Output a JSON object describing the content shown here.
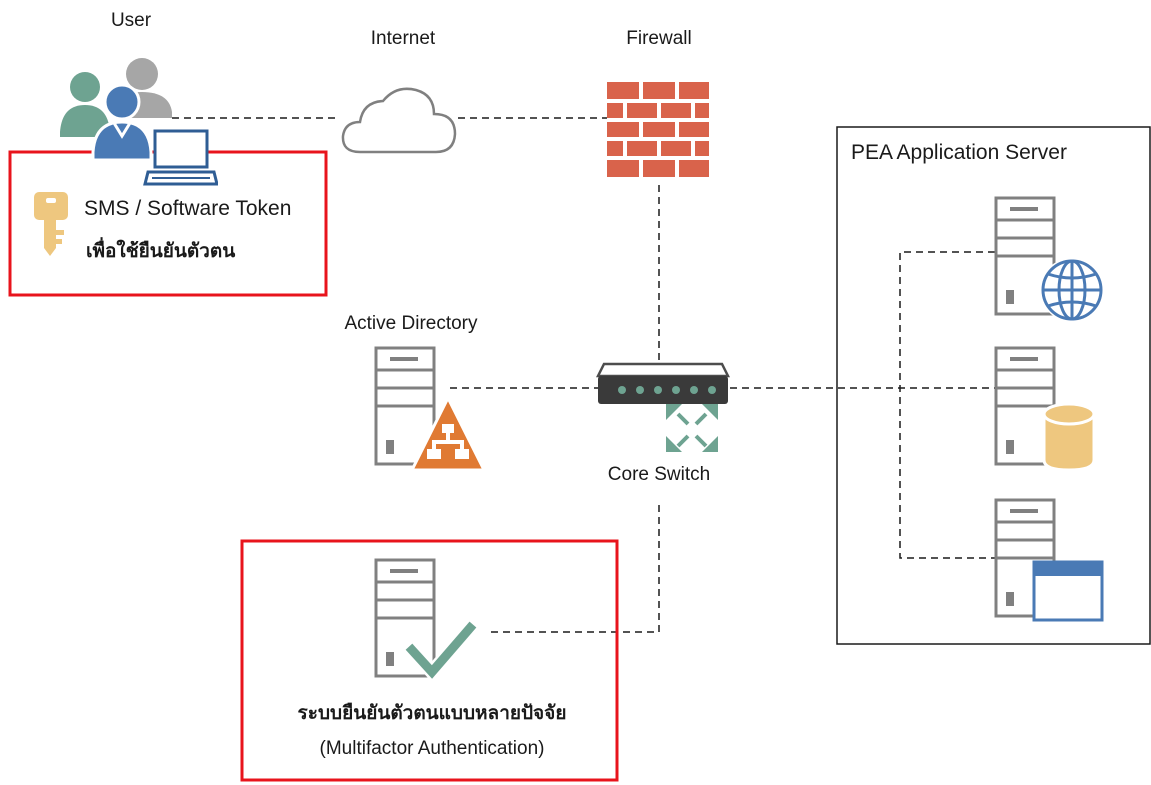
{
  "nodes": {
    "user": "User",
    "internet": "Internet",
    "firewall": "Firewall",
    "active_directory": "Active Directory",
    "core_switch": "Core Switch",
    "app_server": "PEA Application Server"
  },
  "token_box": {
    "line1": "SMS / Software Token",
    "line2": "เพื่อใช้ยืนยันตัวตน"
  },
  "mfa_box": {
    "line1": "ระบบยืนยันตัวตนแบบหลายปัจจัย",
    "line2": "(Multifactor Authentication)"
  },
  "colors": {
    "highlight": "#e8141c",
    "server": "#808080",
    "firewall": "#d9634b",
    "globe": "#4a7ab5",
    "database": "#eec77f",
    "ad_badge": "#e07a33",
    "check": "#6ea391",
    "switch_arrows": "#6ea391",
    "key": "#eec77f"
  }
}
